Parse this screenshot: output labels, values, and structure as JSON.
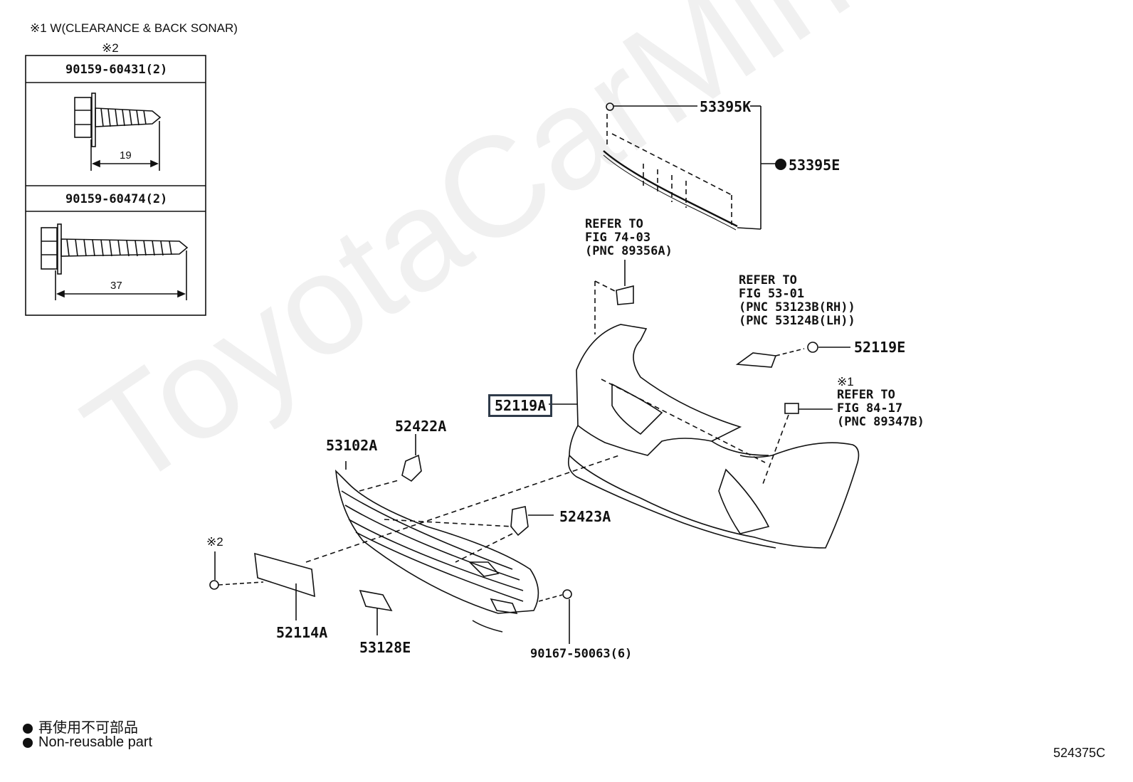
{
  "header_note": "※1 W(CLEARANCE & BACK SONAR)",
  "fastener_box": {
    "note_mark": "※2",
    "rows": [
      {
        "part_no": "90159-60431(2)",
        "dimension": "19"
      },
      {
        "part_no": "90159-60474(2)",
        "dimension": "37"
      }
    ]
  },
  "parts": {
    "p53395K": "53395K",
    "p53395E": "53395E",
    "p52119E": "52119E",
    "p52119A": "52119A",
    "p52422A": "52422A",
    "p53102A": "53102A",
    "p52423A": "52423A",
    "p52114A": "52114A",
    "p53128E": "53128E",
    "p90167": "90167-50063(6)",
    "mark2": "※2",
    "mark1": "※1"
  },
  "refs": {
    "ref1": [
      "REFER TO",
      "FIG 74-03",
      "(PNC 89356A)"
    ],
    "ref2": [
      "REFER TO",
      "FIG 53-01",
      "(PNC 53123B(RH))",
      "(PNC 53124B(LH))"
    ],
    "ref3": [
      "REFER TO",
      "FIG 84-17",
      "(PNC 89347B)"
    ]
  },
  "legend": {
    "jp": "再使用不可部品",
    "en": "Non-reusable part"
  },
  "figure_code": "524375C",
  "watermark": "ToyotaCarMine.ru",
  "colors": {
    "highlight_border": "#2f3b4a",
    "line": "#111111"
  }
}
